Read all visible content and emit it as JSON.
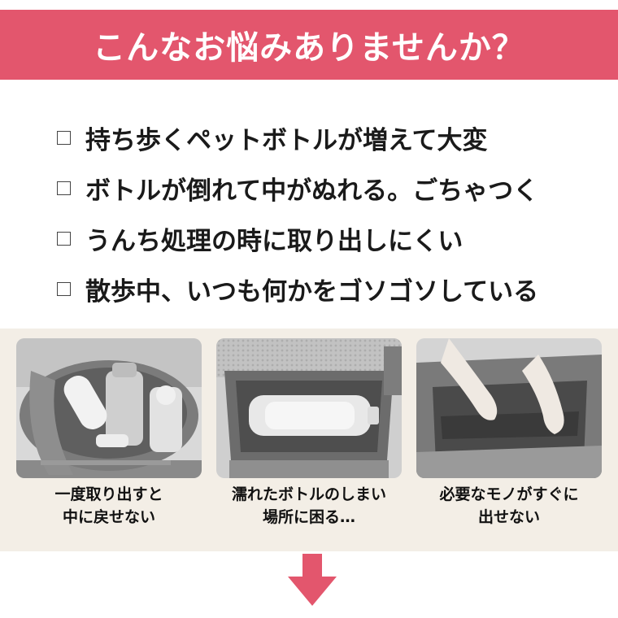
{
  "banner": {
    "title": "こんなお悩みありませんか？"
  },
  "checklist": [
    {
      "text": "持ち歩くペットボトルが増えて大変"
    },
    {
      "text": "ボトルが倒れて中がぬれる。ごちゃつく"
    },
    {
      "text": "うんち処理の時に取り出しにくい"
    },
    {
      "text": "散歩中、いつも何かをゴソゴソしている"
    }
  ],
  "photos": [
    {
      "caption_line1": "一度取り出すと",
      "caption_line2": "中に戻せない"
    },
    {
      "caption_line1": "濡れたボトルのしまい",
      "caption_line2": "場所に困る…"
    },
    {
      "caption_line1": "必要なモノがすぐに",
      "caption_line2": "出せない"
    }
  ],
  "colors": {
    "accent": "#e3566d",
    "strip_background": "#f3eee6",
    "text": "#1a1a1a"
  },
  "icons": {
    "checkbox": "square-outline-icon",
    "arrow": "arrow-down-icon"
  }
}
